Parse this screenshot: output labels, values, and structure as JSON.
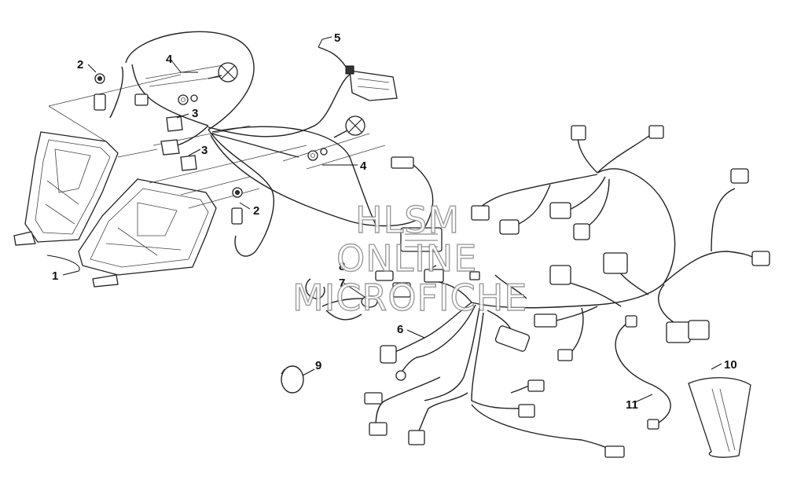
{
  "watermark": {
    "line1": "HLSM",
    "line2": "ONLINE",
    "line3": "MICROFICHE"
  },
  "callouts": {
    "c1": "1",
    "c2a": "2",
    "c2b": "2",
    "c3a": "3",
    "c3b": "3",
    "c4a": "4",
    "c4b": "4",
    "c5": "5",
    "c6": "6",
    "c7": "7",
    "c8": "8",
    "c9": "9",
    "c10": "10",
    "c11": "11"
  },
  "colors": {
    "line": "#222222",
    "watermark_stroke": "#8c8c8c",
    "background": "#ffffff"
  }
}
